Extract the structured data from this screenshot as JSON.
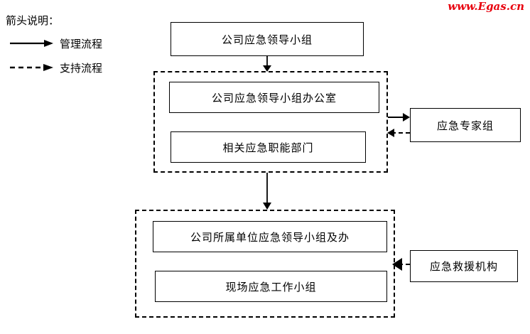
{
  "diagram": {
    "title_watermark": "www.Egas.cn",
    "legend": {
      "title": "箭头说明：",
      "items": [
        {
          "style": "solid",
          "label": "管理流程",
          "icon": "solid-arrow-icon"
        },
        {
          "style": "dashed",
          "label": "支持流程",
          "icon": "dashed-arrow-icon"
        }
      ]
    },
    "nodes": {
      "top": "公司应急领导小组",
      "group1_box1": "公司应急领导小组办公室",
      "group1_box2": "相关应急职能部门",
      "group2_box1": "公司所属单位应急领导小组及办",
      "group2_box2": "现场应急工作小组",
      "expert": "应急专家组",
      "rescue": "应急救援机构"
    },
    "connectors": [
      {
        "name": "top-to-group1",
        "style": "solid",
        "direction": "down"
      },
      {
        "name": "group1-to-group2",
        "style": "solid",
        "direction": "down"
      },
      {
        "name": "group1-to-expert",
        "style": "solid",
        "direction": "right"
      },
      {
        "name": "expert-to-group1",
        "style": "dashed",
        "direction": "left"
      },
      {
        "name": "rescue-to-group2",
        "style": "dashed",
        "direction": "left"
      }
    ],
    "colors": {
      "line": "#000000",
      "background": "#ffffff",
      "watermark": "#e8000d"
    }
  }
}
